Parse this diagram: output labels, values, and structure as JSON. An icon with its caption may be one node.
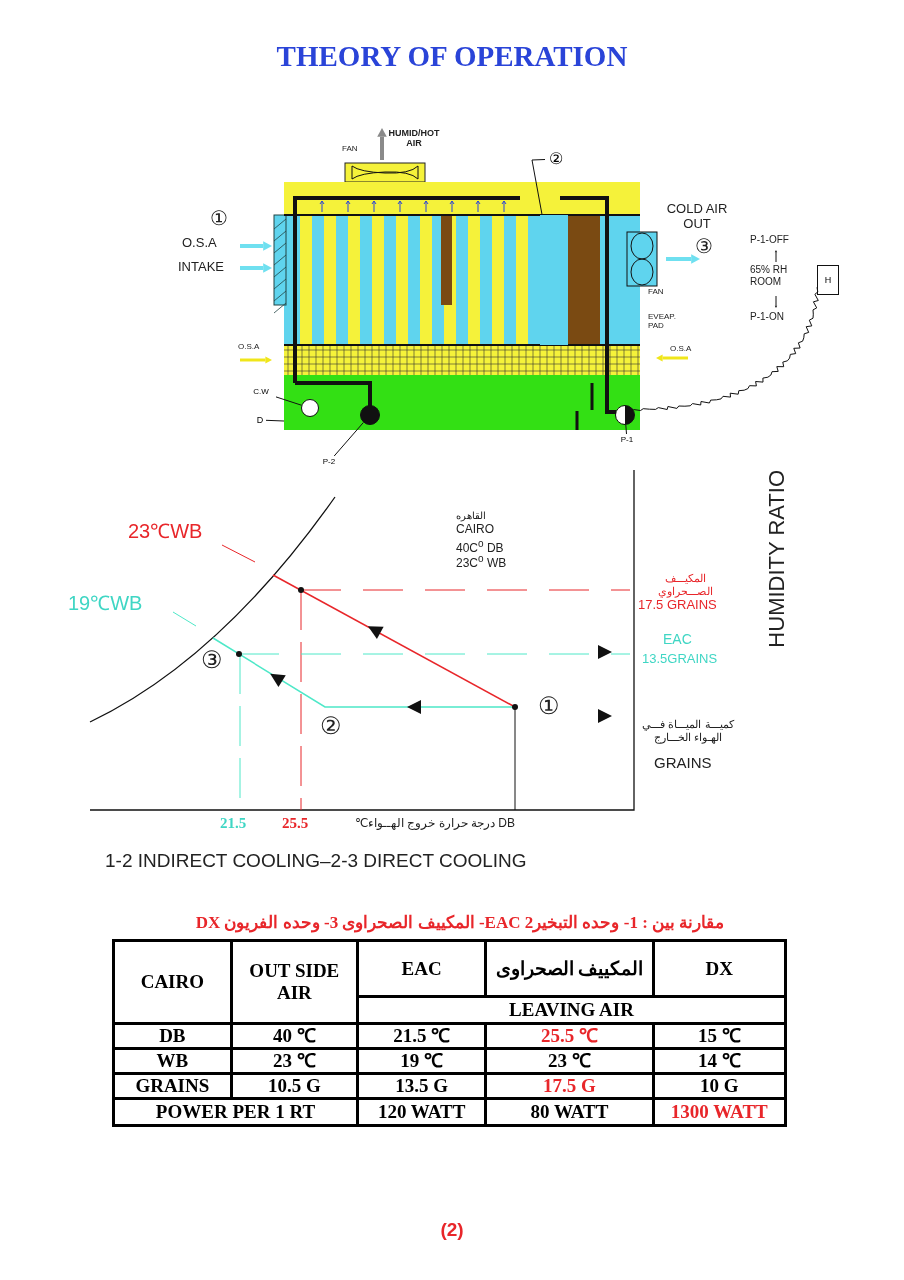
{
  "diagram": {
    "title": "THEORY OF OPERATION",
    "nodes": [
      {
        "text": [
          "②"
        ]
      },
      {
        "text": [],
        "shape": "box"
      },
      {
        "text": [
          "C.W"
        ]
      },
      {
        "text": [],
        "shape": "circle"
      },
      {
        "text": [
          "P-2"
        ]
      },
      {
        "text": [],
        "shape": "circle"
      },
      {
        "text": [
          "P-1"
        ]
      },
      {
        "text": [],
        "shape": "circle"
      },
      {
        "text": [
          "H"
        ]
      },
      {
        "text": [
          "D"
        ]
      }
    ],
    "edges": [
      {
        "from": 0,
        "to": 1,
        "arrow": "none"
      },
      {
        "from": 2,
        "to": 3,
        "arrow": "none"
      },
      {
        "from": 4,
        "to": 5,
        "arrow": "none"
      },
      {
        "from": 6,
        "to": 7,
        "arrow": "none"
      },
      {
        "from": 8,
        "to": 7,
        "arrow": "none"
      },
      {
        "from": 9,
        "to": null,
        "arrow": "none"
      }
    ],
    "labels": [
      "HUMID/HOT AIR",
      "FAN",
      "①",
      "O.S.A",
      "INTAKE",
      "COLD AIR OUT",
      "③",
      "P-1-OFF",
      "65% RH ROOM",
      "P-1-ON",
      "FAN",
      "EVEAP. PAD",
      "O.S.A",
      "O.S.A",
      "23℃WB",
      "القاهره",
      "CAIRO",
      "40C$^{o}$ DB",
      "23C$^{o}$ WB",
      "19℃WB",
      "المكيـــف الصـــحراوي",
      "17.5 GRAINS",
      "③",
      "EAC",
      "13.5GRAINS",
      "①",
      "②",
      "كميـــة الميـــاة فـــي الهـواء الخـــارج",
      "GRAINS",
      "HUMIDITY RATIO",
      "21.5",
      "25.5",
      "DB درجة حرارة خروج الهــواء℃",
      "1-2 INDIRECT COOLING–2-3 DIRECT COOLING",
      "مقارنة بين : 1- وحده التبخيرEAC  2- المكييف الصحراوى 3- وحده الفريون DX",
      "CAIRO",
      "OUT SIDE AIR",
      "EAC",
      "المكييف الصحراوى",
      "DX",
      "LEAVING AIR",
      "DB",
      "40 ℃",
      "21.5 ℃",
      "25.5 ℃",
      "15 ℃",
      "WB",
      "23 ℃",
      "19 ℃",
      "23 ℃",
      "14 ℃",
      "GRAINS",
      "10.5 G",
      "13.5 G",
      "17.5 G",
      "10 G",
      "POWER PER 1 RT",
      "120 WATT",
      "80 WATT",
      "1300 WATT",
      "(2)"
    ]
  }
}
